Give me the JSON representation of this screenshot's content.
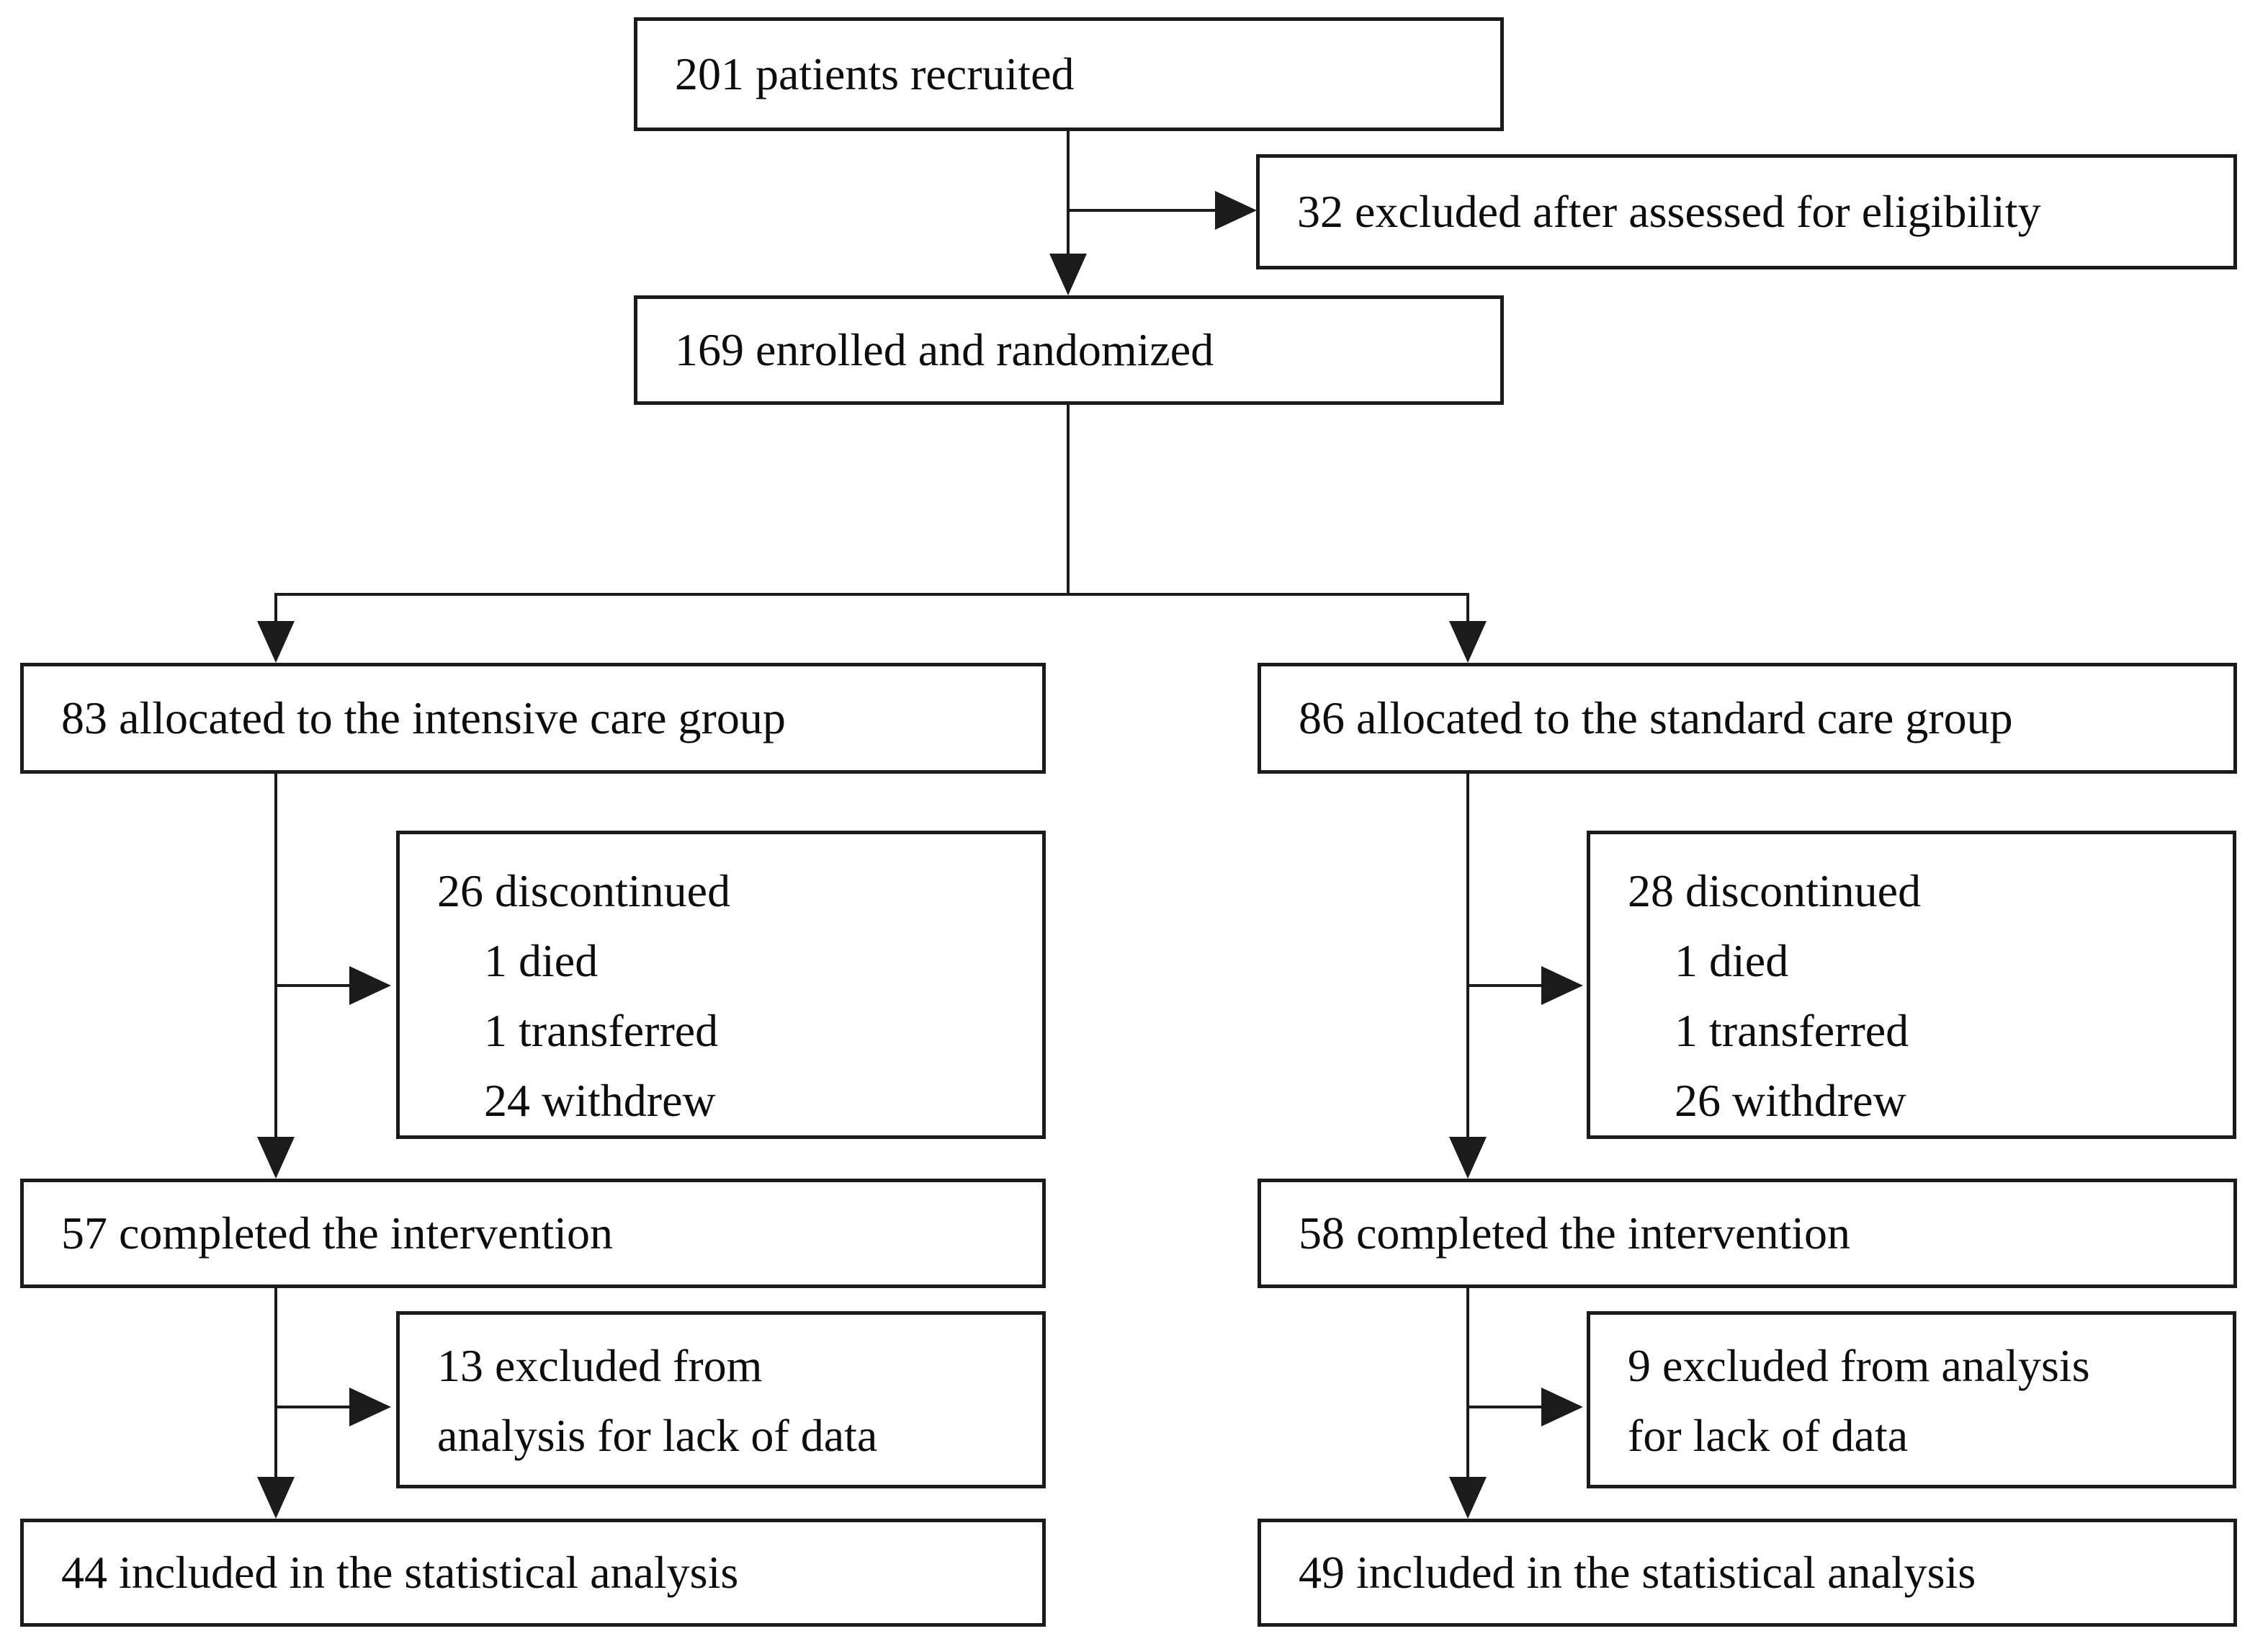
{
  "colors": {
    "background": "#ffffff",
    "box_border": "#1b1b1b",
    "line": "#1b1b1b",
    "text": "#0d0d0d"
  },
  "flow": {
    "recruited": "201 patients recruited",
    "excluded_after_eligibility": "32 excluded after assessed for eligibility",
    "randomized": "169 enrolled and randomized",
    "intensive": {
      "allocated": "83 allocated to the intensive care group",
      "discontinued_title": "26 discontinued",
      "discontinued_items": [
        "1 died",
        "1 transferred",
        "24 withdrew"
      ],
      "completed": "57 completed the intervention",
      "excluded_line1": "13 excluded from",
      "excluded_line2": "analysis for lack of data",
      "included": "44 included in the statistical analysis"
    },
    "standard": {
      "allocated": "86 allocated to the standard care group",
      "discontinued_title": "28 discontinued",
      "discontinued_items": [
        "1 died",
        "1 transferred",
        "26 withdrew"
      ],
      "completed": "58 completed the intervention",
      "excluded_line1": "9 excluded from analysis",
      "excluded_line2": "for lack of data",
      "included": "49 included in the statistical analysis"
    }
  }
}
